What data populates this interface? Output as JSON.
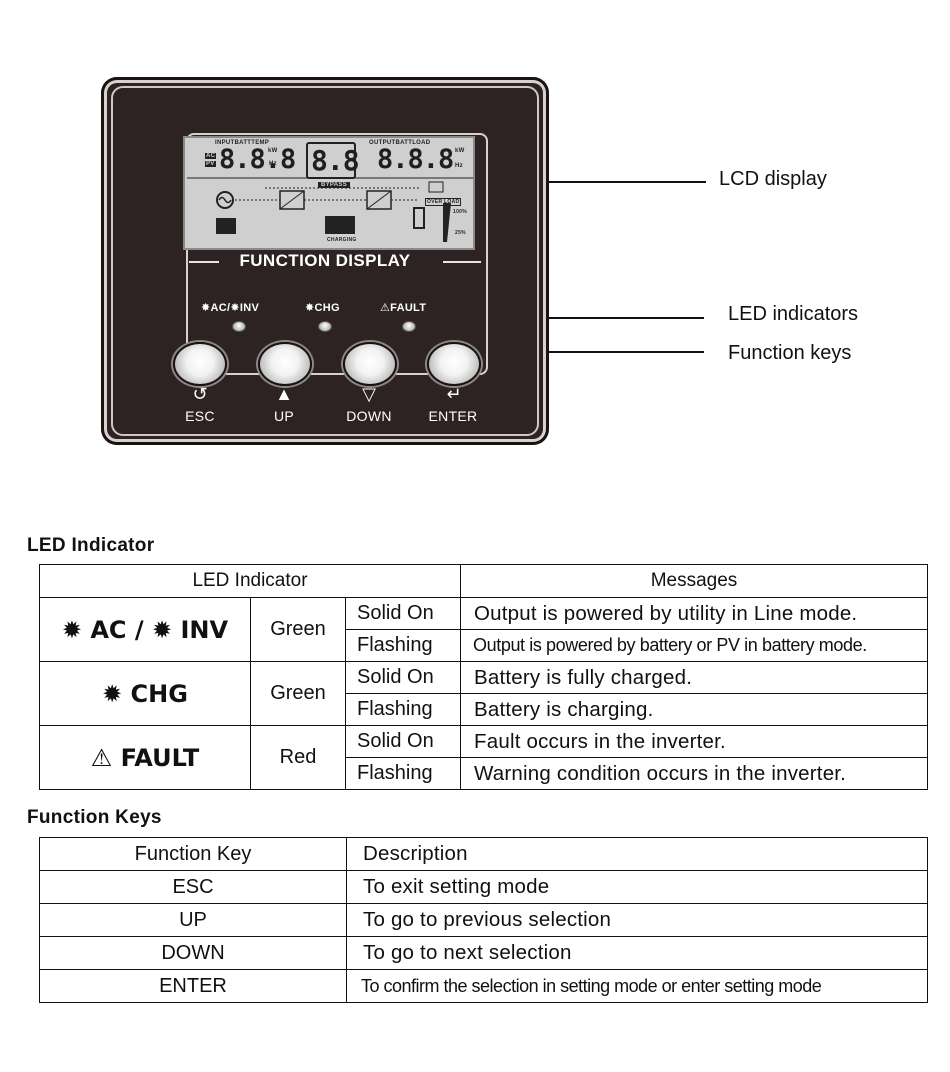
{
  "panel": {
    "lcd": {
      "top_left_label": "INPUTBATTTEMP",
      "top_right_label": "OUTPUTBATTLOAD",
      "ac_label": "AC",
      "pv_label": "PV",
      "left_digits": "8.8.8",
      "center_digits": "8.8",
      "right_digits": "8.8.8",
      "unit_kw": "kW",
      "unit_v": "V",
      "unit_hz": "Hz",
      "bypass_label": "BYPASS",
      "overload_label": "OVER LOAD",
      "charging_label": "CHARGING",
      "pct_100": "100%",
      "pct_25": "25%"
    },
    "title": "FUNCTION DISPLAY",
    "leds": [
      {
        "label": "✸AC/✸INV"
      },
      {
        "label": "✸CHG"
      },
      {
        "label": "⚠FAULT"
      }
    ],
    "keys": [
      {
        "icon": "↺",
        "label": "ESC"
      },
      {
        "icon": "▲",
        "label": "UP"
      },
      {
        "icon": "▽",
        "label": "DOWN"
      },
      {
        "icon": "↵",
        "label": "ENTER"
      }
    ]
  },
  "callouts": {
    "lcd": "LCD display",
    "led": "LED indicators",
    "keys": "Function keys"
  },
  "led_section": {
    "title": "LED Indicator",
    "header_indicator": "LED Indicator",
    "header_messages": "Messages",
    "rows": [
      {
        "icon": "✹",
        "name": "AC / ",
        "icon2": "✹",
        "name2": "INV",
        "color": "Green",
        "states": [
          {
            "state": "Solid On",
            "message": "Output is powered by utility in Line mode."
          },
          {
            "state": "Flashing",
            "message": "Output is powered by battery or PV in battery mode."
          }
        ]
      },
      {
        "icon": "✹",
        "name": "CHG",
        "color": "Green",
        "states": [
          {
            "state": "Solid On",
            "message": "Battery is fully charged."
          },
          {
            "state": "Flashing",
            "message": "Battery is charging."
          }
        ]
      },
      {
        "icon": "⚠",
        "name": "FAULT",
        "color": "Red",
        "states": [
          {
            "state": "Solid On",
            "message": "Fault occurs in the inverter."
          },
          {
            "state": "Flashing",
            "message": "Warning condition occurs in the inverter."
          }
        ]
      }
    ]
  },
  "keys_section": {
    "title": "Function Keys",
    "header_key": "Function Key",
    "header_desc": "Description",
    "rows": [
      {
        "key": "ESC",
        "desc": "To exit setting mode"
      },
      {
        "key": "UP",
        "desc": "To go to previous selection"
      },
      {
        "key": "DOWN",
        "desc": "To go to next selection"
      },
      {
        "key": "ENTER",
        "desc": "To confirm the selection in setting mode or enter setting mode"
      }
    ]
  }
}
